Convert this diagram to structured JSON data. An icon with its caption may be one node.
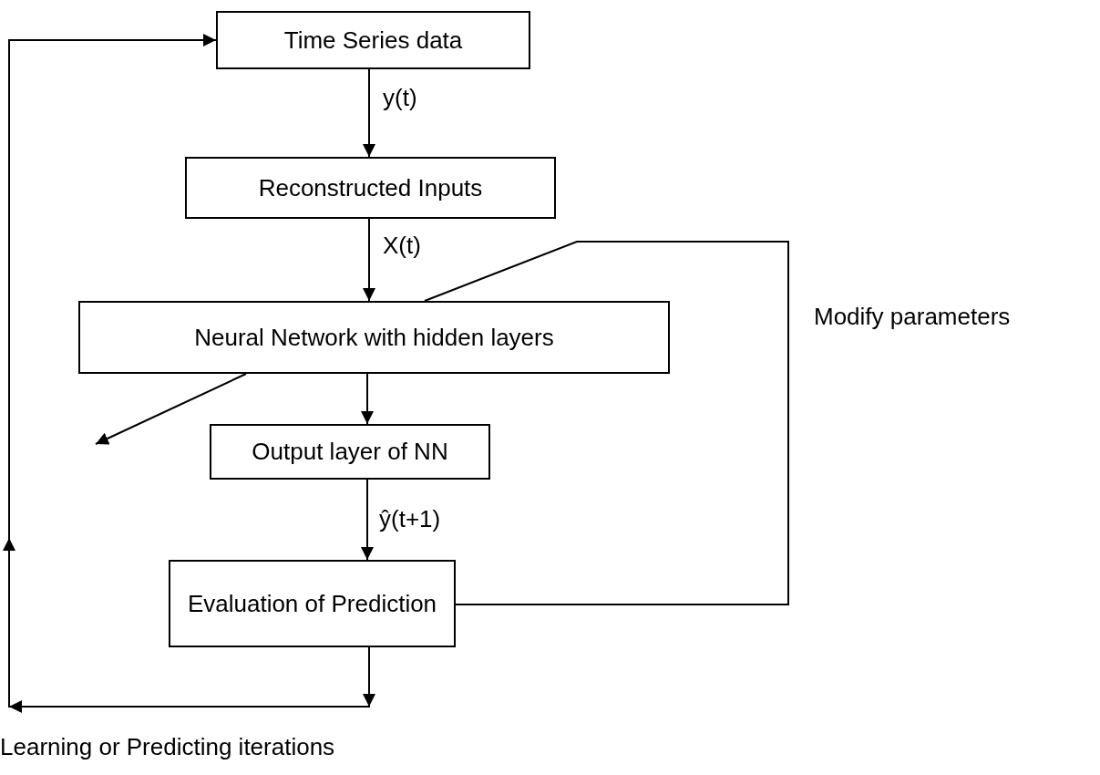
{
  "diagram": {
    "nodes": [
      {
        "text": [
          "Time Series data"
        ]
      },
      {
        "text": [
          "Reconstructed Inputs"
        ]
      },
      {
        "text": [
          "Neural Network with hidden layers"
        ]
      },
      {
        "text": [
          "Output layer of NN"
        ]
      },
      {
        "text": [
          "Evaluation of Prediction"
        ]
      }
    ],
    "edges": [
      {
        "from": 0,
        "to": 1,
        "arrow": "to",
        "label": "y(t)"
      },
      {
        "from": 1,
        "to": 2,
        "arrow": "to",
        "label": "X(t)"
      },
      {
        "from": 2,
        "to": 3,
        "arrow": "to"
      },
      {
        "from": 3,
        "to": 4,
        "arrow": "to",
        "label": "ŷ(t+1)"
      },
      {
        "from": 4,
        "to": 2,
        "arrow": "none",
        "label": "Modify parameters"
      },
      {
        "from": 2,
        "to": null,
        "arrow": "to"
      },
      {
        "from": 4,
        "to": 0,
        "arrow": "to",
        "label": "Learning or Predicting iterations"
      }
    ]
  }
}
